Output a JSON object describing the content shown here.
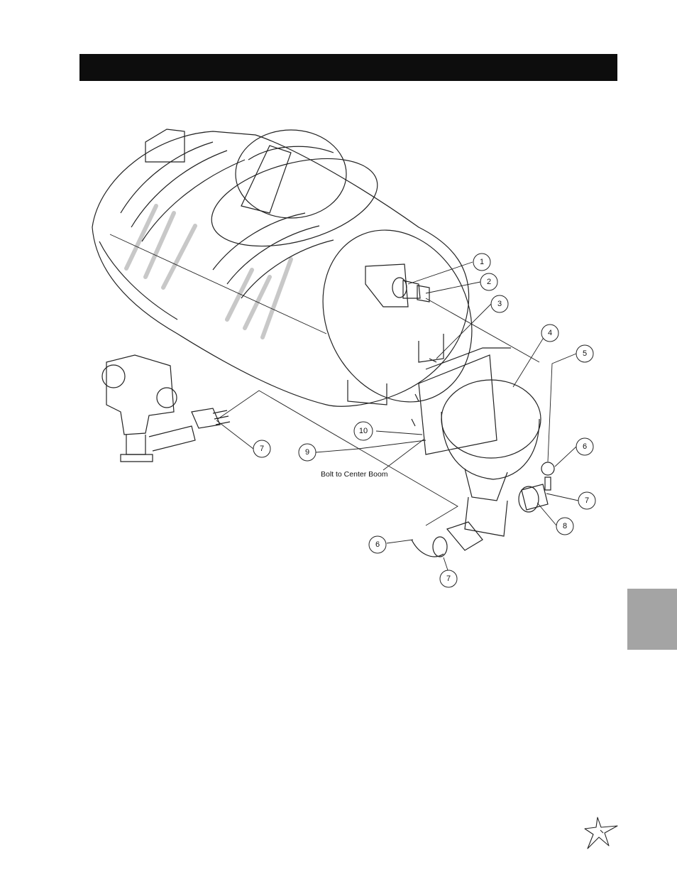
{
  "header": {
    "title": ""
  },
  "diagram": {
    "note": "Bolt to Center Boom",
    "callouts": [
      "1",
      "2",
      "3",
      "4",
      "5",
      "6",
      "7",
      "8",
      "9",
      "10",
      "6",
      "7",
      "7"
    ]
  },
  "colors": {
    "header_bar": "#0d0d0d",
    "side_tab": "#a4a4a4",
    "line": "#222222"
  },
  "icons": {
    "logo": "star-logo-icon"
  }
}
